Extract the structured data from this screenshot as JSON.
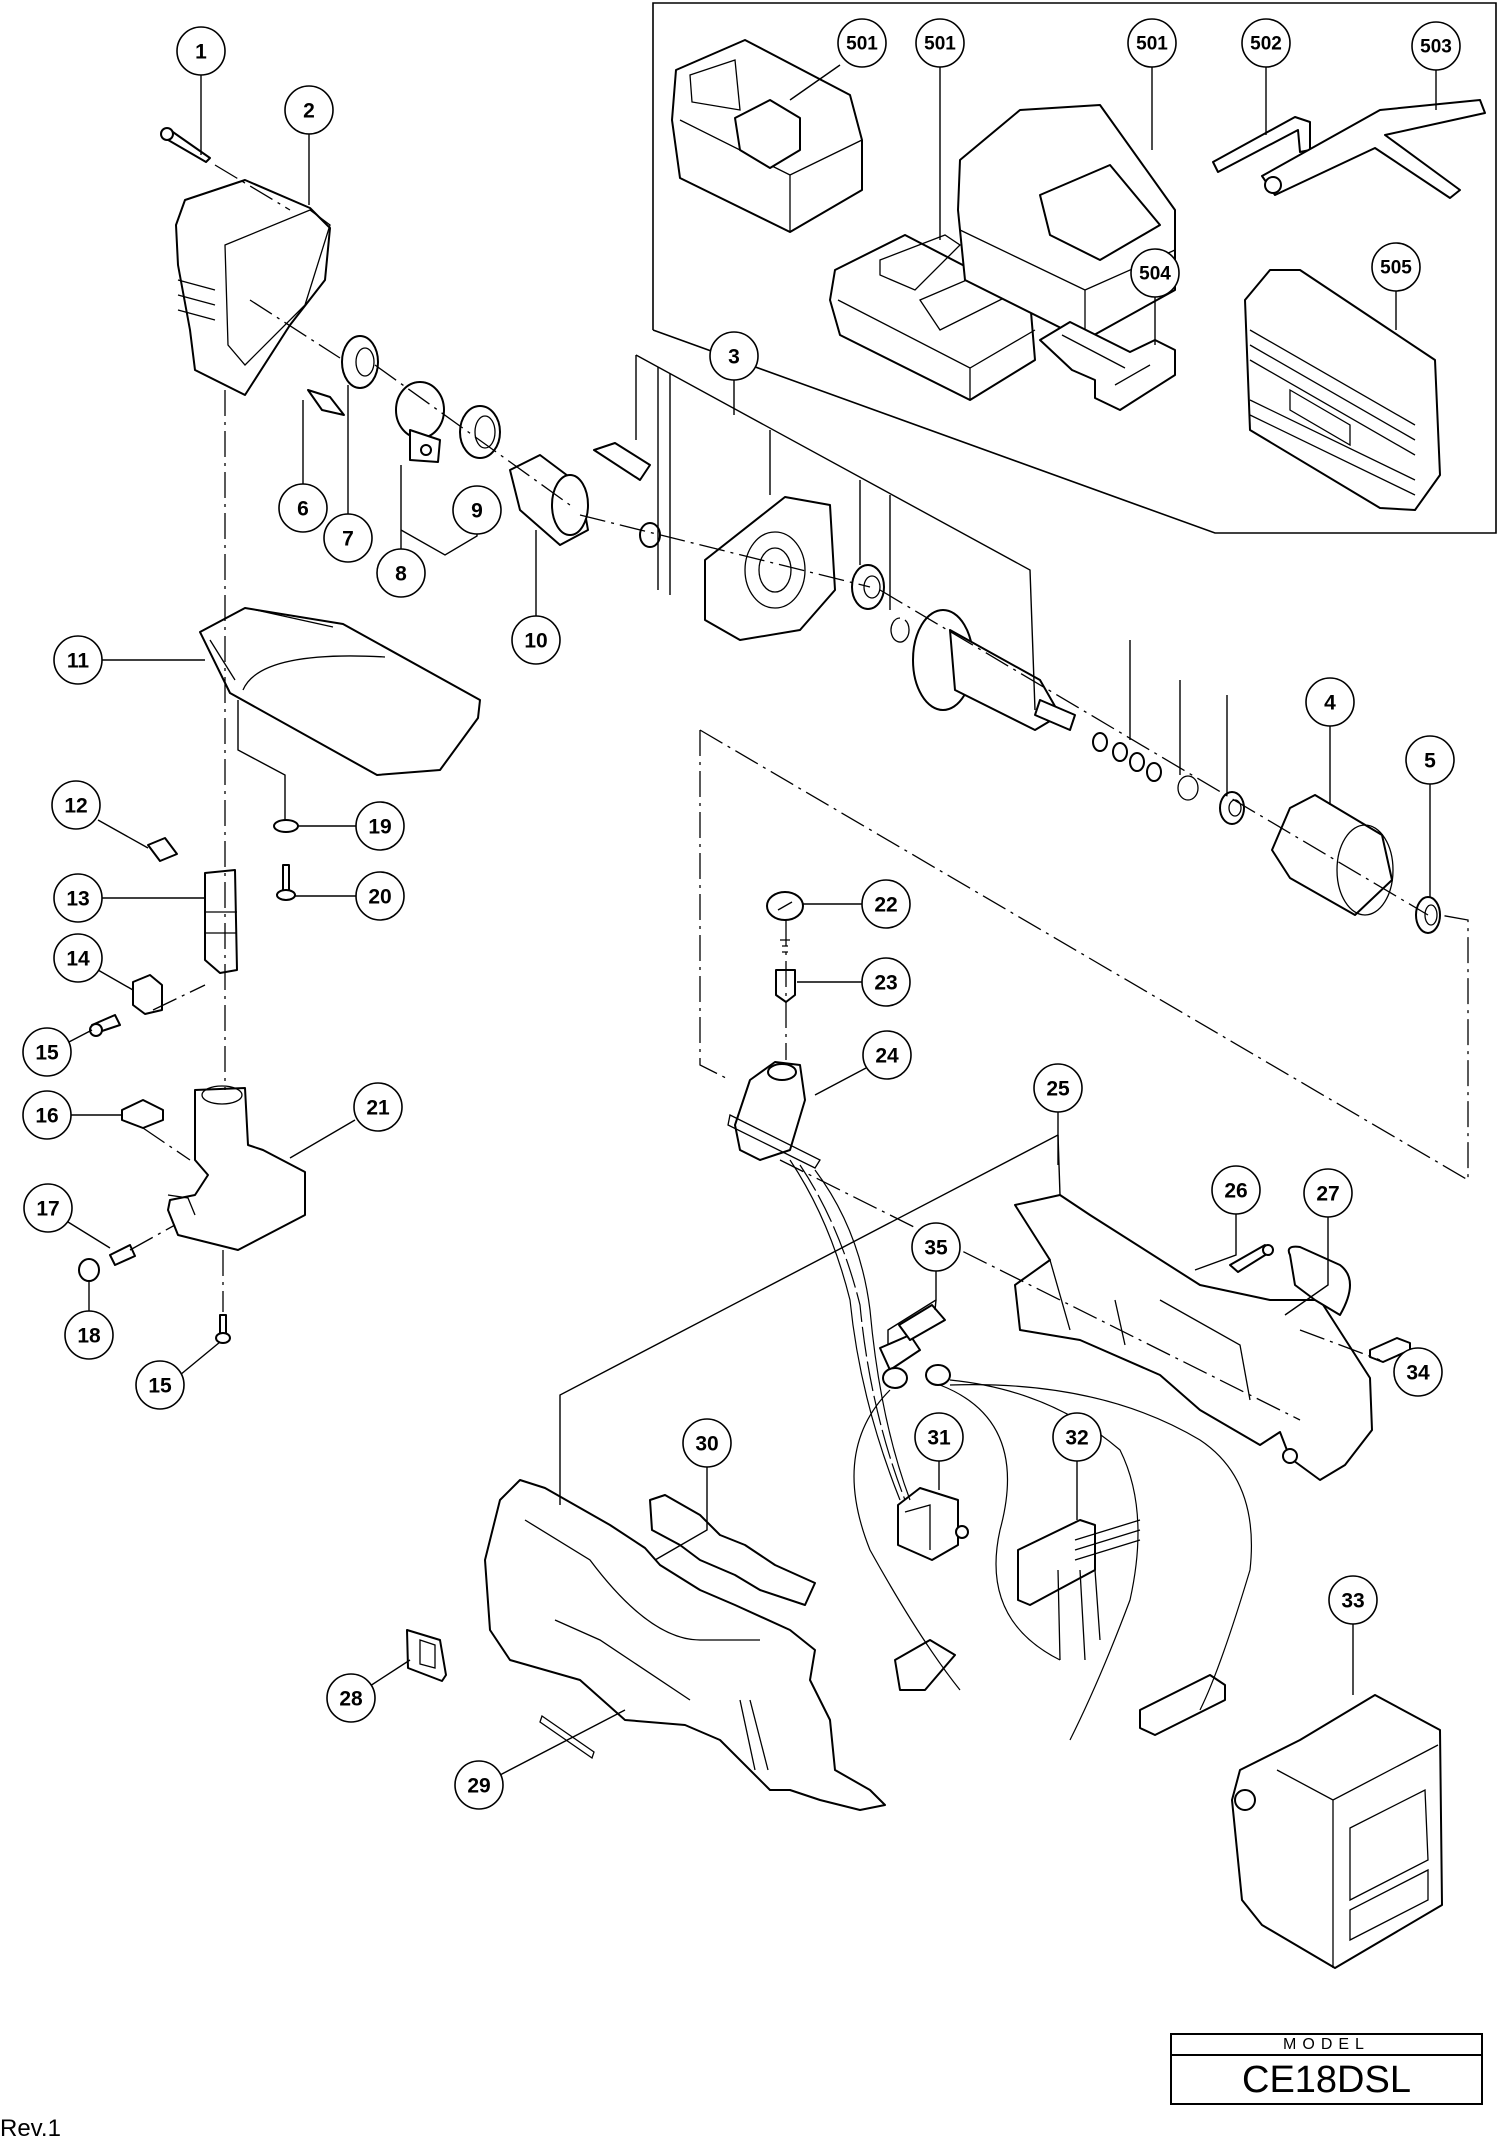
{
  "document": {
    "type": "exploded parts diagram",
    "model_label": "MODEL",
    "model_value": "CE18DSL",
    "revision": "Rev.1"
  },
  "callouts": [
    {
      "id": "c1",
      "label": "1"
    },
    {
      "id": "c2",
      "label": "2"
    },
    {
      "id": "c3",
      "label": "3"
    },
    {
      "id": "c4",
      "label": "4"
    },
    {
      "id": "c5",
      "label": "5"
    },
    {
      "id": "c6",
      "label": "6"
    },
    {
      "id": "c7",
      "label": "7"
    },
    {
      "id": "c8",
      "label": "8"
    },
    {
      "id": "c9",
      "label": "9"
    },
    {
      "id": "c10",
      "label": "10"
    },
    {
      "id": "c11",
      "label": "11"
    },
    {
      "id": "c12",
      "label": "12"
    },
    {
      "id": "c13",
      "label": "13"
    },
    {
      "id": "c14",
      "label": "14"
    },
    {
      "id": "c15a",
      "label": "15"
    },
    {
      "id": "c15b",
      "label": "15"
    },
    {
      "id": "c16",
      "label": "16"
    },
    {
      "id": "c17",
      "label": "17"
    },
    {
      "id": "c18",
      "label": "18"
    },
    {
      "id": "c19",
      "label": "19"
    },
    {
      "id": "c20",
      "label": "20"
    },
    {
      "id": "c21",
      "label": "21"
    },
    {
      "id": "c22",
      "label": "22"
    },
    {
      "id": "c23",
      "label": "23"
    },
    {
      "id": "c24",
      "label": "24"
    },
    {
      "id": "c25",
      "label": "25"
    },
    {
      "id": "c26",
      "label": "26"
    },
    {
      "id": "c27",
      "label": "27"
    },
    {
      "id": "c28",
      "label": "28"
    },
    {
      "id": "c29",
      "label": "29"
    },
    {
      "id": "c30",
      "label": "30"
    },
    {
      "id": "c31",
      "label": "31"
    },
    {
      "id": "c32",
      "label": "32"
    },
    {
      "id": "c33",
      "label": "33"
    },
    {
      "id": "c34",
      "label": "34"
    },
    {
      "id": "c35",
      "label": "35"
    },
    {
      "id": "c501a",
      "label": "501"
    },
    {
      "id": "c501b",
      "label": "501"
    },
    {
      "id": "c501c",
      "label": "501"
    },
    {
      "id": "c502",
      "label": "502"
    },
    {
      "id": "c503",
      "label": "503"
    },
    {
      "id": "c504",
      "label": "504"
    },
    {
      "id": "c505",
      "label": "505"
    }
  ],
  "parts": {
    "screw_1": "tapping-screw-icon",
    "gear_cover_2": "gear-cover-icon",
    "housing_ass_y_3": "inner-cover-icon",
    "housing_4": "tail-cover-icon",
    "bearing_5": "ball-bearing-icon",
    "pin_6": "pin-icon",
    "bearing_7": "ball-bearing-icon",
    "eccentric_8": "eccentric-bush-icon",
    "needle_bearing_9": "needle-bearing-icon",
    "gear_shaft_10": "gear-shaft-icon",
    "blade_guide_11": "upper-blade-icon",
    "pin_12": "pin-icon",
    "blade_holder_13": "blade-holder-icon",
    "nut_14": "square-nut-icon",
    "screw_15": "screw-icon",
    "nut_16": "square-nut-icon",
    "set_screw_17": "set-screw-icon",
    "nut_18": "hex-nut-icon",
    "washer_19": "washer-icon",
    "screw_20": "screw-icon",
    "lower_blade_21": "lower-blade-icon",
    "brush_cap_22": "brush-cap-icon",
    "carbon_brush_23": "carbon-brush-icon",
    "brush_holder_24": "brush-holder-icon",
    "housing_ass_y_25": "housing-icon",
    "screw_26": "tapping-screw-icon",
    "name_plate_27": "label-icon",
    "push_button_28": "push-button-icon",
    "label_29": "label-icon",
    "switch_lever_30": "switch-lever-icon",
    "switch_31": "switch-icon",
    "controller_32": "controller-icon",
    "battery_33": "battery-icon",
    "plate_34": "plate-icon",
    "ferrite_core_35": "ferrite-core-icon",
    "charger_501": "charger-icon",
    "hex_wrench_502": "hex-wrench-icon",
    "wrench_503": "wrench-icon",
    "cover_504": "battery-cover-icon",
    "case_505": "carrying-case-icon"
  }
}
